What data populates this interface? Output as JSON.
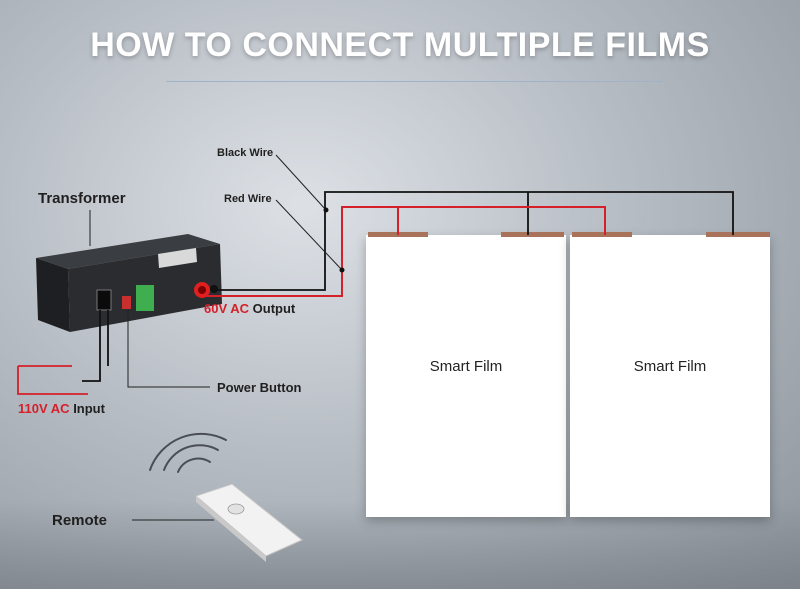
{
  "title": "HOW TO CONNECT MULTIPLE FILMS",
  "labels": {
    "black_wire": "Black Wire",
    "red_wire": "Red Wire",
    "transformer": "Transformer",
    "output_voltage": "60V AC",
    "output_word": "Output",
    "power_button": "Power Button",
    "input_voltage": "110V AC",
    "input_word": "Input",
    "remote": "Remote"
  },
  "films": [
    {
      "label": "Smart Film"
    },
    {
      "label": "Smart Film"
    }
  ],
  "colors": {
    "red_wire": "#d5202a",
    "black_wire": "#111111",
    "title": "#ffffff",
    "film": "#ffffff",
    "electrode_strip": "#a8735a"
  },
  "icons": {
    "transformer": "transformer-box-icon",
    "remote": "remote-control-icon",
    "signal": "wireless-signal-icon"
  }
}
